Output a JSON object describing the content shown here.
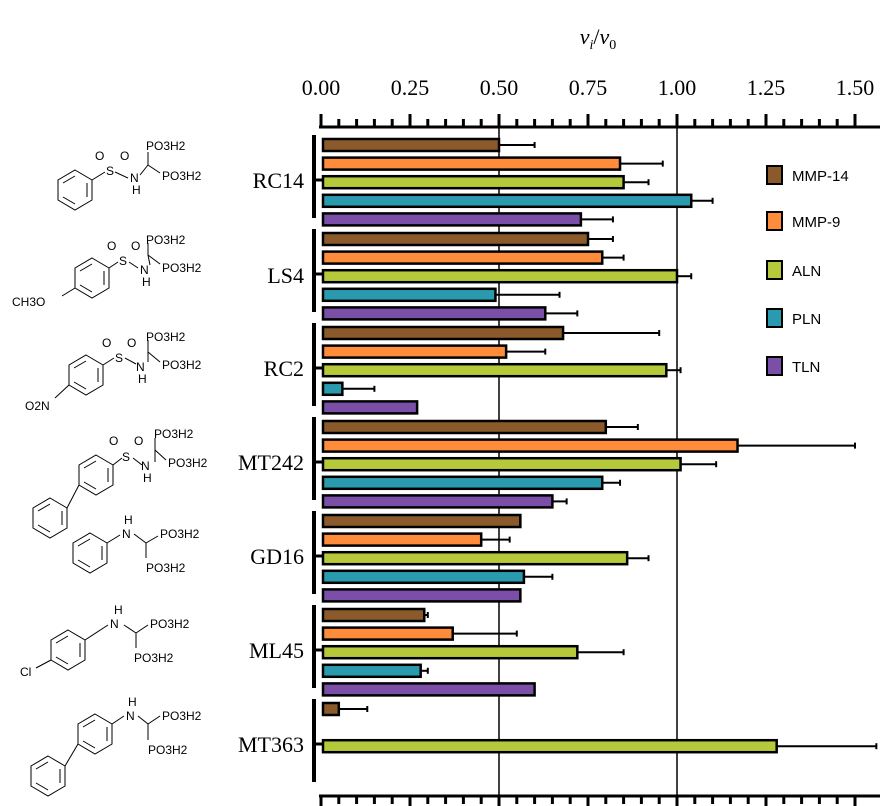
{
  "chart_data": {
    "type": "bar",
    "orientation": "horizontal",
    "xlabel": "vi/v0",
    "xlabel_main": "v",
    "xlabel_sub1": "i",
    "xlabel_slash": "/",
    "xlabel_sub2": "0",
    "xlim": [
      0,
      1.5
    ],
    "xticks": [
      "0.00",
      "0.25",
      "0.50",
      "0.75",
      "1.00",
      "1.25",
      "1.50"
    ],
    "reference_lines": [
      0.5,
      1.0
    ],
    "legend_position": "right",
    "categories": [
      "RC14",
      "LS4",
      "RC2",
      "MT242",
      "GD16",
      "ML45",
      "MT363"
    ],
    "series": [
      {
        "name": "MMP-14",
        "color": "#8B5A2B",
        "values": [
          0.5,
          0.75,
          0.68,
          0.8,
          0.56,
          0.29,
          0.05
        ],
        "errors": [
          0.1,
          0.07,
          0.27,
          0.09,
          0.0,
          0.01,
          0.08
        ]
      },
      {
        "name": "MMP-9",
        "color": "#FF8C3A",
        "values": [
          0.84,
          0.79,
          0.52,
          1.17,
          0.45,
          0.37,
          null
        ],
        "errors": [
          0.12,
          0.06,
          0.11,
          0.33,
          0.08,
          0.18,
          null
        ]
      },
      {
        "name": "ALN",
        "color": "#B5C93A",
        "values": [
          0.85,
          1.0,
          0.97,
          1.01,
          0.86,
          0.72,
          1.28
        ],
        "errors": [
          0.07,
          0.04,
          0.04,
          0.1,
          0.06,
          0.13,
          0.28
        ]
      },
      {
        "name": "PLN",
        "color": "#2A9BAF",
        "values": [
          1.04,
          0.49,
          0.06,
          0.79,
          0.57,
          0.28,
          null
        ],
        "errors": [
          0.06,
          0.18,
          0.09,
          0.05,
          0.08,
          0.02,
          null
        ]
      },
      {
        "name": "TLN",
        "color": "#7B4FA8",
        "values": [
          0.73,
          0.63,
          0.27,
          0.65,
          0.56,
          0.6,
          null
        ],
        "errors": [
          0.09,
          0.09,
          0.0,
          0.04,
          0.0,
          0.0,
          null
        ]
      }
    ]
  },
  "structures": [
    {
      "id": "RC14",
      "labels": [
        "O",
        "S",
        "O",
        "N",
        "H",
        "PO3H2",
        "PO3H2"
      ]
    },
    {
      "id": "LS4",
      "labels": [
        "O",
        "S",
        "O",
        "N",
        "H",
        "PO3H2",
        "PO3H2",
        "CH3O"
      ]
    },
    {
      "id": "RC2",
      "labels": [
        "O",
        "S",
        "O",
        "N",
        "H",
        "PO3H2",
        "PO3H2",
        "O2N"
      ]
    },
    {
      "id": "MT242",
      "labels": [
        "O",
        "S",
        "O",
        "N",
        "H",
        "PO3H2",
        "PO3H2"
      ]
    },
    {
      "id": "GD16",
      "labels": [
        "H",
        "N",
        "PO3H2",
        "PO3H2"
      ]
    },
    {
      "id": "ML45",
      "labels": [
        "H",
        "N",
        "PO3H2",
        "PO3H2",
        "Cl"
      ]
    },
    {
      "id": "MT363",
      "labels": [
        "H",
        "N",
        "PO3H2",
        "PO3H2"
      ]
    }
  ]
}
